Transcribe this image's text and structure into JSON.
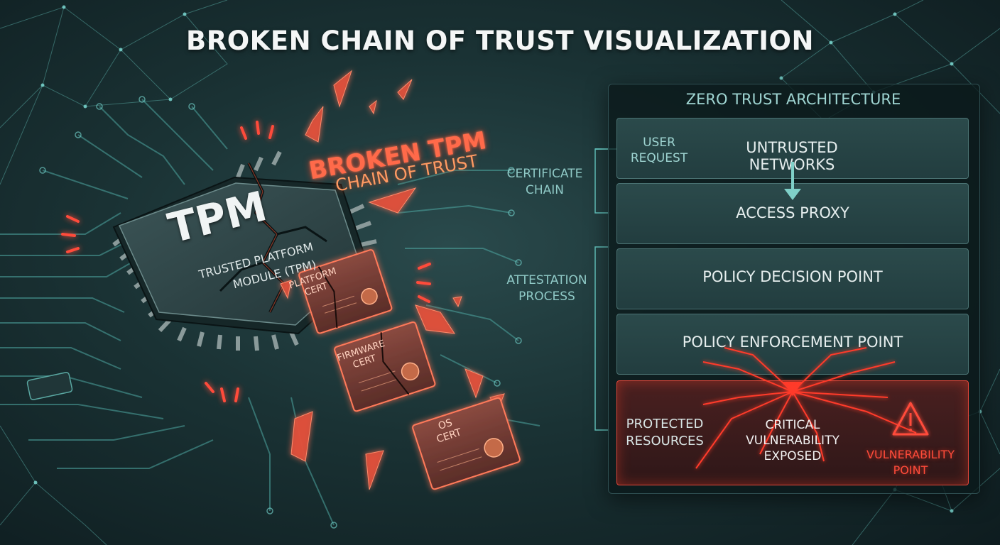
{
  "title": "BROKEN CHAIN OF TRUST VISUALIZATION",
  "tpm": {
    "chip_label": "TPM",
    "chip_subtitle_line1": "TRUSTED PLATFORM",
    "chip_subtitle_line2": "MODULE (TPM)",
    "broken_heading": "BROKEN TPM",
    "broken_subheading": "CHAIN OF TRUST",
    "certificates": [
      {
        "line1": "PLATFORM",
        "line2": "CERT"
      },
      {
        "line1": "FIRMWARE",
        "line2": "CERT"
      },
      {
        "line1": "OS",
        "line2": "CERT"
      }
    ]
  },
  "side_labels": {
    "certificate_chain_line1": "CERTIFICATE",
    "certificate_chain_line2": "CHAIN",
    "attestation_line1": "ATTESTATION",
    "attestation_line2": "PROCESS"
  },
  "zero_trust": {
    "title": "ZERO TRUST ARCHITECTURE",
    "user_request_line1": "USER",
    "user_request_line2": "REQUEST",
    "layers": [
      {
        "label": "UNTRUSTED NETWORKS"
      },
      {
        "label": "ACCESS PROXY"
      },
      {
        "label": "POLICY DECISION POINT"
      },
      {
        "label": "POLICY ENFORCEMENT POINT"
      }
    ],
    "bottom": {
      "protected_line1": "PROTECTED",
      "protected_line2": "RESOURCES",
      "critical_line1": "CRITICAL",
      "critical_line2": "VULNERABILITY",
      "critical_line3": "EXPOSED",
      "vuln_line1": "VULNERABILITY",
      "vuln_line2": "POINT"
    }
  },
  "colors": {
    "accent_teal": "#63c3bd",
    "alert_red": "#ff4b3a",
    "alert_orange": "#ff8a55",
    "layer_fill": "#2b4a4b"
  },
  "icons": [
    "warning-triangle-icon",
    "certificate-seal-icon",
    "circuit-trace-icon"
  ]
}
